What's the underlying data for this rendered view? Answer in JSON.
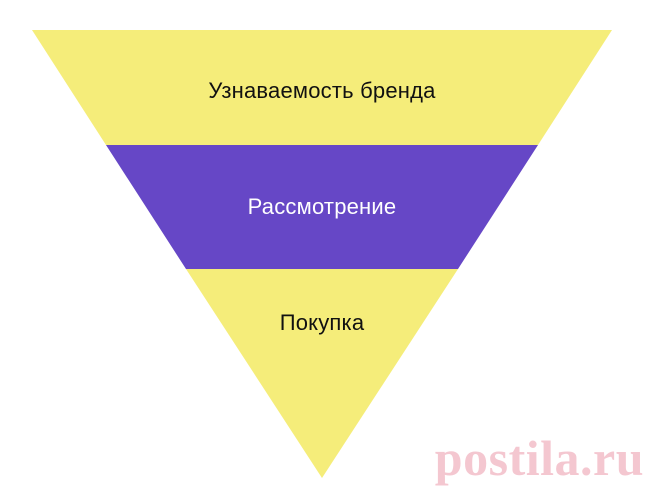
{
  "funnel": {
    "stages": [
      {
        "label": "Узнаваемость бренда",
        "color": "#f5ed7a",
        "text_color": "#111111"
      },
      {
        "label": "Рассмотрение",
        "color": "#6647c6",
        "text_color": "#ffffff"
      },
      {
        "label": "Покупка",
        "color": "#f5ed7a",
        "text_color": "#111111"
      }
    ]
  },
  "watermark": {
    "text": "postila.ru",
    "color": "#d9385a"
  }
}
